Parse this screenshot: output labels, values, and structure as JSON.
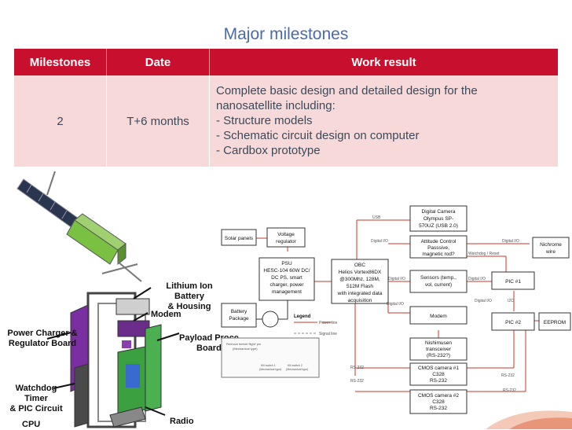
{
  "title": "Major milestones",
  "table": {
    "headers": [
      "Milestones",
      "Date",
      "Work result"
    ],
    "row": {
      "milestone": "2",
      "date": "T+6 months",
      "work_intro_1": "Complete basic design and detailed design for the",
      "work_intro_2": "nanosatellite including:",
      "items": [
        "- Structure models",
        "- Schematic circuit design on computer",
        "- Cardbox prototype"
      ]
    }
  },
  "satellite_labels": {
    "battery": "Lithium Ion Battery",
    "battery_2": "& Housing",
    "modem": "Modem",
    "payload_1": "Payload Proce",
    "payload_2": "Board",
    "charger_1": "Power Charger &",
    "charger_2": "Regulator Board",
    "watchdog_1": "Watchdog Timer",
    "watchdog_2": "& PIC Circuit",
    "cpu": "CPU",
    "radio": "Radio"
  },
  "block_diagram": {
    "solar": "Solar panels",
    "regulator_1": "Voltage",
    "regulator_2": "regulator",
    "psu": [
      "PSU",
      "HESC-104 60W DC/",
      "DC PS, smart",
      "charger, power",
      "management"
    ],
    "battery_1": "Battery",
    "battery_2": "Package",
    "obc": [
      "OBC",
      "Helios Vortex86DX",
      "@300Mhz, 128M,",
      "512M Flash",
      "with integrated data",
      "acquisition"
    ],
    "camera": [
      "Digital Camera",
      "Olympus SP-",
      "570UZ (USB 2.0)"
    ],
    "attitude": [
      "Attitude Control",
      "Passsive,",
      "magnetic rod?"
    ],
    "sensors": [
      "Sensors (temp.,",
      "vol, current)"
    ],
    "modem": "Modem",
    "transceiver": [
      "Nishimusen",
      "transceiver",
      "(RS-232?)"
    ],
    "cmos1": [
      "CMOS camera #1",
      "C328",
      "RS-232"
    ],
    "cmos2": [
      "CMOS camera #2",
      "C328",
      "RS-232"
    ],
    "nichrome": [
      "Nichrome",
      "wire"
    ],
    "pic1": "PIC #1",
    "pic2": "PIC #2",
    "eeprom": "EEPROM",
    "legend": "Legend",
    "legend_power": "Power line",
    "legend_signal": "Signal line",
    "usb": "USB",
    "digital_io": "Digital I/O",
    "watchdog_reset": "Watchdog / Reset",
    "rs232": "RS-232",
    "i2c": "I2C",
    "switch_note_1": "Remove before flight' pin",
    "switch_note_2": "(Mechanical type)",
    "switch1": [
      "Kill switch 1",
      "(Mechanical type)"
    ],
    "switch2": [
      "Kill switch 2",
      "(Mechanical type)"
    ]
  }
}
